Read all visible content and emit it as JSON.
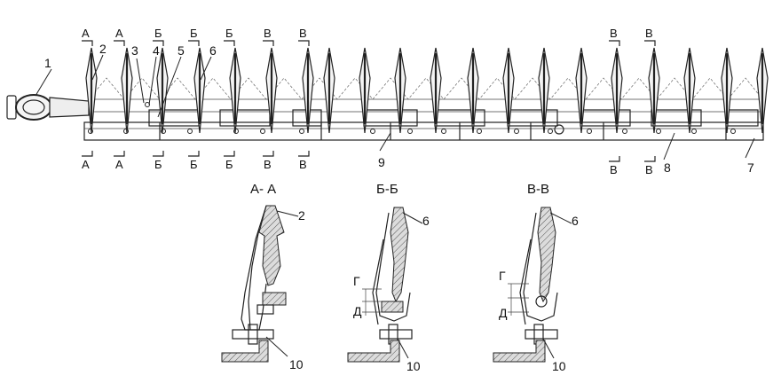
{
  "callouts": {
    "n1": "1",
    "n2": "2",
    "n3": "3",
    "n4": "4",
    "n5": "5",
    "n6": "6",
    "n7": "7",
    "n8": "8",
    "n9": "9",
    "aa_part": "2",
    "bb_part": "6",
    "vv_part": "6",
    "aa_bolt": "10",
    "bb_bolt": "10",
    "vv_bolt": "10"
  },
  "section_marks": {
    "top": [
      "А",
      "А",
      "Б",
      "Б",
      "Б",
      "В",
      "В",
      "В",
      "В"
    ],
    "bottom": [
      "А",
      "А",
      "Б",
      "Б",
      "Б",
      "В",
      "В",
      "В",
      "В"
    ]
  },
  "sections": {
    "aa_title": "А- А",
    "bb_title": "Б-Б",
    "vv_title": "В-В",
    "gap_g": "Г",
    "gap_d": "Д"
  }
}
